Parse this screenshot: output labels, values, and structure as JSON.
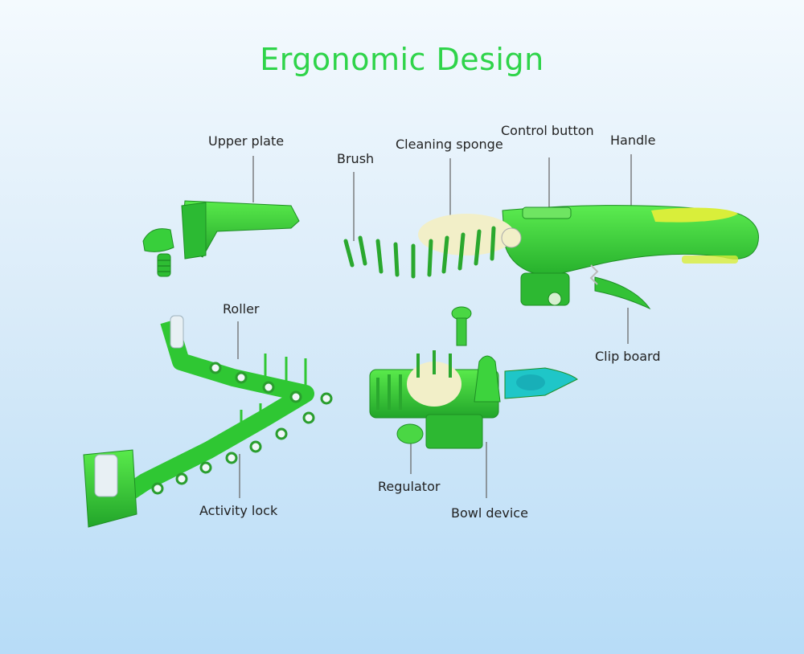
{
  "title": "Ergonomic Design",
  "labels": {
    "upper_plate": "Upper plate",
    "brush": "Brush",
    "cleaning_sponge": "Cleaning sponge",
    "control_button": "Control button",
    "handle": "Handle",
    "roller": "Roller",
    "clip_board": "Clip board",
    "regulator": "Regulator",
    "bowl_device": "Bowl device",
    "activity_lock": "Activity lock"
  },
  "colors": {
    "title": "#2fd44a",
    "part_green": "#3ddc3a",
    "part_dark": "#25a62a",
    "handle_yellow": "#d9ee3a",
    "sponge": "#f2efc8",
    "roller": "#e8f0f4",
    "leader_line": "#6b6b6b"
  }
}
